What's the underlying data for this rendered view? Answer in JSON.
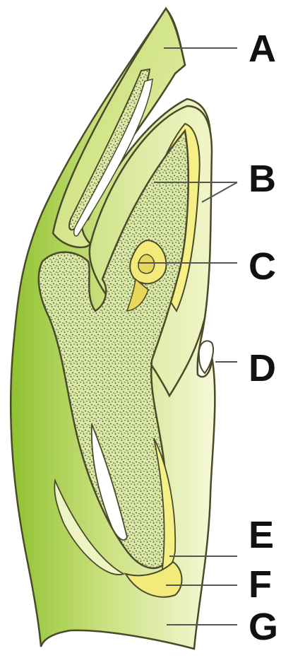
{
  "labels": {
    "a": "A",
    "b": "B",
    "c": "C",
    "d": "D",
    "e": "E",
    "f": "F",
    "g": "G"
  },
  "colors": {
    "outer_tissue_dark": "#9ccb3a",
    "outer_tissue_light": "#f3f6cf",
    "inner_yellow": "#f3ef8a",
    "stippled_tissue": "#d8e7a4",
    "outline": "#4a4a2a",
    "stipple_dots": "#3b3b2a",
    "leader_line": "#555555",
    "label_text": "#111111"
  }
}
